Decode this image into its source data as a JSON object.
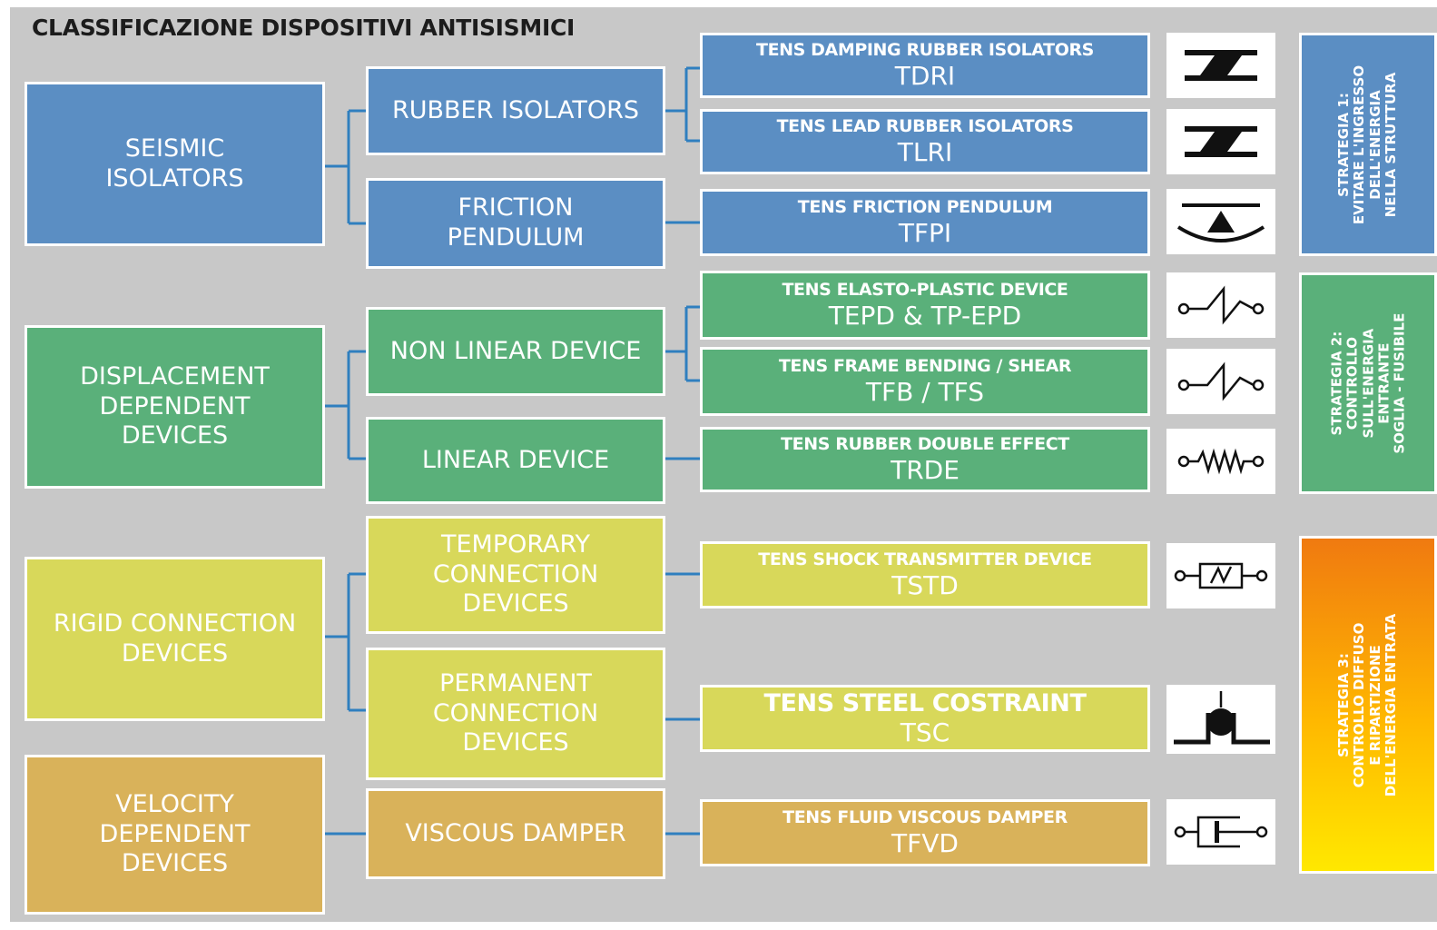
{
  "title": "CLASSIFICAZIONE DISPOSITIVI ANTISISMICI",
  "colors": {
    "blue": "#5b8ec3",
    "green": "#5ab07a",
    "yellow": "#d8d85a",
    "orange": "#d9b25a",
    "strategy3_gradient": [
      "#f07a10",
      "#ffe800"
    ],
    "connector": "#2f7fbf",
    "background": "#c8c8c8"
  },
  "categories": {
    "seismic": "SEISMIC ISOLATORS",
    "displacement": "DISPLACEMENT DEPENDENT DEVICES",
    "rigid": "RIGID CONNECTION DEVICES",
    "velocity": "VELOCITY DEPENDENT DEVICES"
  },
  "subcategories": {
    "rubber": "RUBBER ISOLATORS",
    "friction": "FRICTION PENDULUM",
    "nonlinear": "NON LINEAR DEVICE",
    "linear": "LINEAR DEVICE",
    "temporary": "TEMPORARY CONNECTION DEVICES",
    "permanent": "PERMANENT CONNECTION DEVICES",
    "viscous": "VISCOUS DAMPER"
  },
  "products": [
    {
      "name": "TENS DAMPING RUBBER ISOLATORS",
      "code": "TDRI",
      "icon": "rubber-isolator-icon"
    },
    {
      "name": "TENS LEAD RUBBER ISOLATORS",
      "code": "TLRI",
      "icon": "rubber-isolator-icon"
    },
    {
      "name": "TENS FRICTION PENDULUM",
      "code": "TFPI",
      "icon": "friction-pendulum-icon"
    },
    {
      "name": "TENS ELASTO-PLASTIC DEVICE",
      "code": "TEPD & TP-EPD",
      "icon": "elasto-plastic-icon"
    },
    {
      "name": "TENS FRAME BENDING / SHEAR",
      "code": "TFB / TFS",
      "icon": "elasto-plastic-icon"
    },
    {
      "name": "TENS RUBBER DOUBLE EFFECT",
      "code": "TRDE",
      "icon": "spring-icon"
    },
    {
      "name": "TENS SHOCK TRANSMITTER DEVICE",
      "code": "TSTD",
      "icon": "shock-transmitter-icon"
    },
    {
      "name": "TENS STEEL COSTRAINT",
      "code": "TSC",
      "icon": "steel-constraint-icon"
    },
    {
      "name": "TENS FLUID VISCOUS DAMPER",
      "code": "TFVD",
      "icon": "viscous-damper-icon"
    }
  ],
  "strategies": [
    {
      "lines": [
        "STRATEGIA 1:",
        "EVITARE L'INGRESSO",
        "DELL'ENERGIA",
        "NELLA STRUTTURA"
      ]
    },
    {
      "lines": [
        "STRATEGIA 2:",
        "CONTROLLO",
        "SULL'ENERGIA",
        "ENTRANTE",
        "SOGLIA - FUSIBILE"
      ]
    },
    {
      "lines": [
        "STRATEGIA 3:",
        "CONTROLLO DIFFUSO",
        "E RIPARTIZIONE",
        "DELL'ENERGIA ENTRATA"
      ]
    }
  ]
}
